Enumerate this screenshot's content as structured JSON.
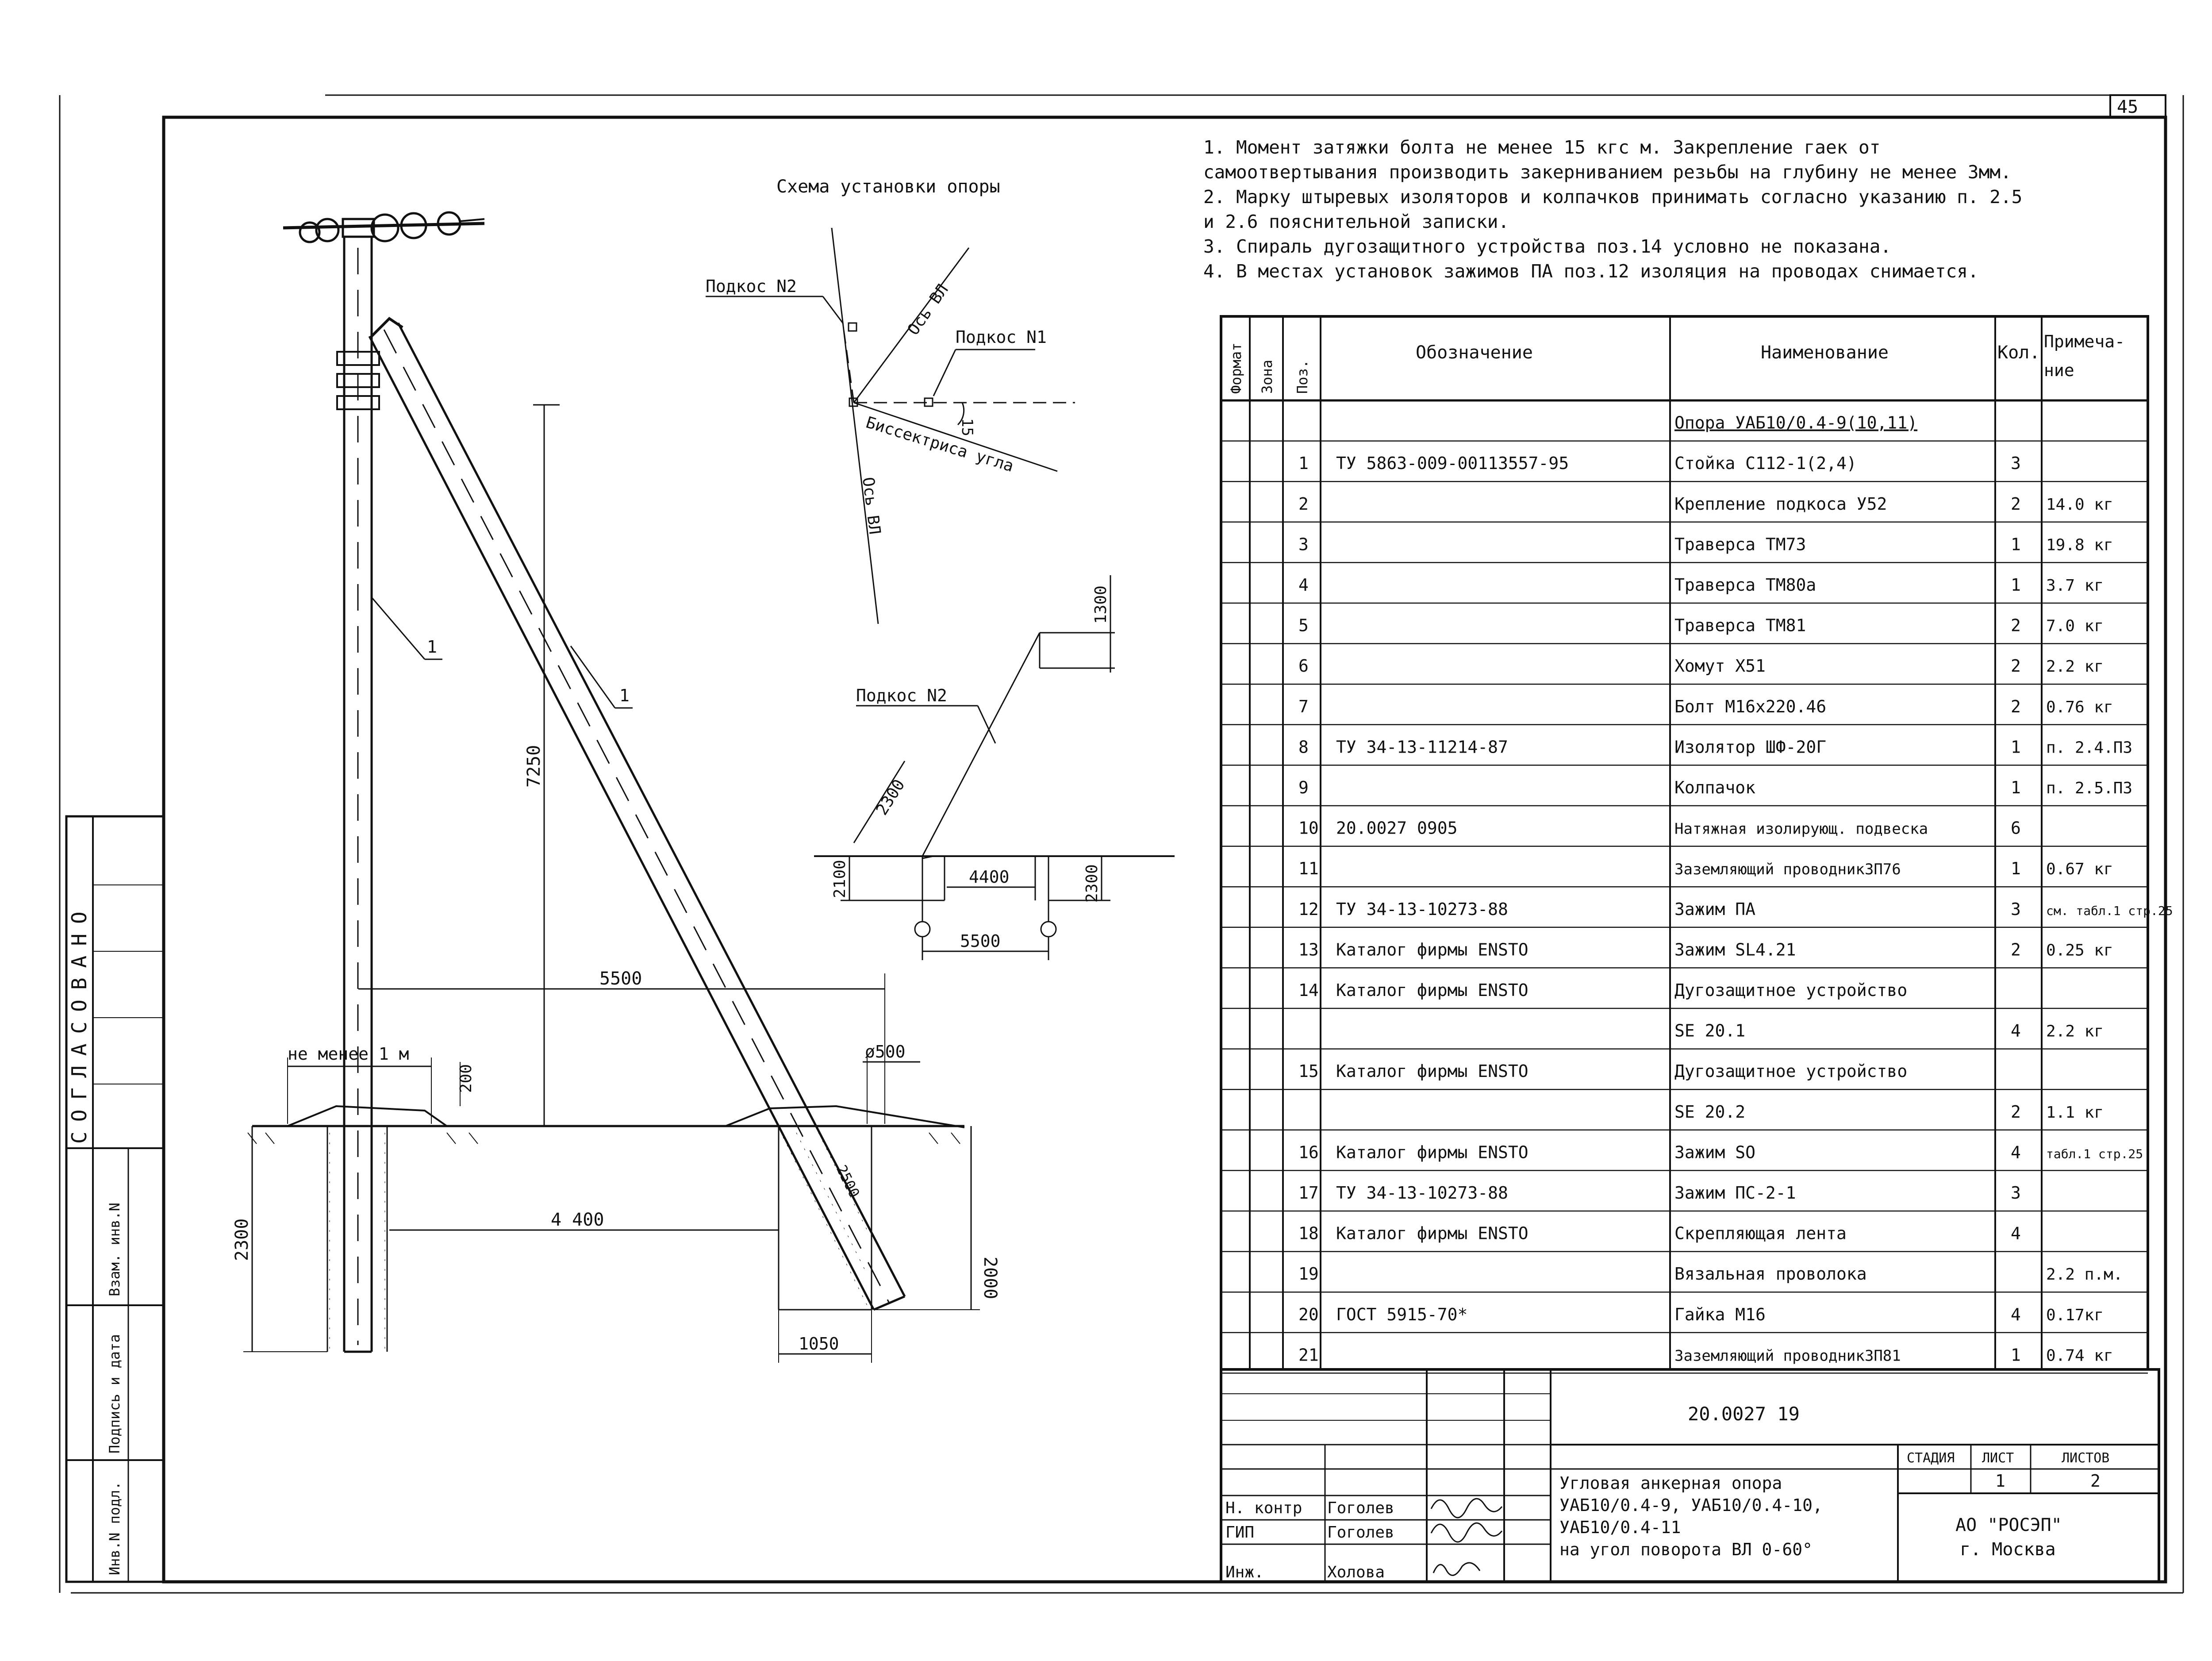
{
  "sheet": {
    "number": "45",
    "side_stamp": "СОГЛАСОВАНО",
    "side_cols": [
      "Взам. инв.N",
      "Подпись и дата",
      "Инв.N подл."
    ]
  },
  "notes": [
    "1. Момент затяжки болта не менее 15 кгс м. Закрепление гаек от",
    "самоотвертывания производить закерниванием резьбы на глубину не менее 3мм.",
    "2. Марку штыревых изоляторов и колпачков принимать согласно указанию п. 2.5",
    "и 2.6 пояснительной записки.",
    "3. Спираль дугозащитного устройства поз.14 условно не показана.",
    "4. В местах установок зажимов ПА поз.12 изоляция на проводах снимается."
  ],
  "scheme": {
    "title": "Схема установки опоры",
    "brace2": "Подкос N2",
    "brace1": "Подкос N1",
    "axis1": "Ось ВЛ",
    "axis2": "Ось ВЛ",
    "bisector": "Биссектриса угла",
    "angle": "15"
  },
  "elevation": {
    "pos1a": "1",
    "pos1b": "1",
    "d7250": "7250",
    "d5500": "5500",
    "d_min": "не менее 1 м",
    "d200": "200",
    "d500": "ø500",
    "d2300": "2300",
    "d4400": "4 400",
    "d2000": "2000",
    "d1050": "1050",
    "d2500": "2500"
  },
  "detail": {
    "brace": "Подкос N2",
    "d1300": "1300",
    "d2300a": "2300",
    "d2100": "2100",
    "d4400": "4400",
    "d2300b": "2300",
    "d5500": "5500"
  },
  "spec": {
    "headers": {
      "format": "Формат",
      "zone": "Зона",
      "pos": "Поз.",
      "designation": "Обозначение",
      "name": "Наименование",
      "qty": "Кол.",
      "note1": "Примеча-",
      "note2": "ние"
    },
    "rows": [
      {
        "pos": "",
        "des": "",
        "name": "Опора УАБ10/0.4-9(10,11)",
        "qty": "",
        "note": ""
      },
      {
        "pos": "1",
        "des": "ТУ 5863-009-00113557-95",
        "name": "Стойка С112-1(2,4)",
        "qty": "3",
        "note": ""
      },
      {
        "pos": "2",
        "des": "",
        "name": "Крепление подкоса У52",
        "qty": "2",
        "note": "14.0 кг"
      },
      {
        "pos": "3",
        "des": "",
        "name": "Траверса ТМ73",
        "qty": "1",
        "note": "19.8 кг"
      },
      {
        "pos": "4",
        "des": "",
        "name": "Траверса ТМ80а",
        "qty": "1",
        "note": "3.7 кг"
      },
      {
        "pos": "5",
        "des": "",
        "name": "Траверса ТМ81",
        "qty": "2",
        "note": "7.0 кг"
      },
      {
        "pos": "6",
        "des": "",
        "name": "Хомут Х51",
        "qty": "2",
        "note": "2.2 кг"
      },
      {
        "pos": "7",
        "des": "",
        "name": "Болт М16х220.46",
        "qty": "2",
        "note": "0.76 кг"
      },
      {
        "pos": "8",
        "des": "ТУ 34-13-11214-87",
        "name": "Изолятор ШФ-20Г",
        "qty": "1",
        "note": "п. 2.4.ПЗ"
      },
      {
        "pos": "9",
        "des": "",
        "name": "Колпачок",
        "qty": "1",
        "note": "п. 2.5.ПЗ"
      },
      {
        "pos": "10",
        "des": "20.0027 0905",
        "name": "Натяжная изолирующ. подвеска",
        "qty": "6",
        "note": ""
      },
      {
        "pos": "11",
        "des": "",
        "name": "Заземляющий проводникЗП76",
        "qty": "1",
        "note": "0.67 кг"
      },
      {
        "pos": "12",
        "des": "ТУ 34-13-10273-88",
        "name": "Зажим ПА",
        "qty": "3",
        "note": "см. табл.1 стр.25"
      },
      {
        "pos": "13",
        "des": "Каталог фирмы ENSTO",
        "name": "Зажим SL4.21",
        "qty": "2",
        "note": "0.25 кг"
      },
      {
        "pos": "14",
        "des": "Каталог фирмы ENSTO",
        "name": "Дугозащитное устройство",
        "qty": "",
        "note": ""
      },
      {
        "pos": "",
        "des": "",
        "name": "SE 20.1",
        "qty": "4",
        "note": "2.2 кг"
      },
      {
        "pos": "15",
        "des": "Каталог фирмы ENSTO",
        "name": "Дугозащитное устройство",
        "qty": "",
        "note": ""
      },
      {
        "pos": "",
        "des": "",
        "name": "SE 20.2",
        "qty": "2",
        "note": "1.1 кг"
      },
      {
        "pos": "16",
        "des": "Каталог фирмы ENSTO",
        "name": "Зажим SO",
        "qty": "4",
        "note": "табл.1 стр.25"
      },
      {
        "pos": "17",
        "des": "ТУ 34-13-10273-88",
        "name": "Зажим ПС-2-1",
        "qty": "3",
        "note": ""
      },
      {
        "pos": "18",
        "des": "Каталог фирмы ENSTO",
        "name": "Скрепляющая лента",
        "qty": "4",
        "note": ""
      },
      {
        "pos": "19",
        "des": "",
        "name": "Вязальная проволока",
        "qty": "",
        "note": "2.2 п.м."
      },
      {
        "pos": "20",
        "des": "ГОСТ 5915-70*",
        "name": "Гайка М16",
        "qty": "4",
        "note": "0.17кг"
      },
      {
        "pos": "21",
        "des": "",
        "name": "Заземляющий проводникЗП81",
        "qty": "1",
        "note": "0.74 кг"
      }
    ]
  },
  "title_block": {
    "code": "20.0027 19",
    "stage_h": "СТАДИЯ",
    "sheet_h": "ЛИСТ",
    "sheets_h": "ЛИСТОВ",
    "sheet": "1",
    "sheets": "2",
    "title": [
      "Угловая анкерная опора",
      "УАБ10/0.4-9, УАБ10/0.4-10,",
      "УАБ10/0.4-11",
      "на угол поворота ВЛ 0-60°"
    ],
    "org1": "АО \"РОСЭП\"",
    "org2": "г. Москва",
    "roles": [
      {
        "role": "Н. контр",
        "name": "Гоголев"
      },
      {
        "role": "ГИП",
        "name": "Гоголев"
      },
      {
        "role": "Инж.",
        "name": "Холова"
      }
    ]
  }
}
